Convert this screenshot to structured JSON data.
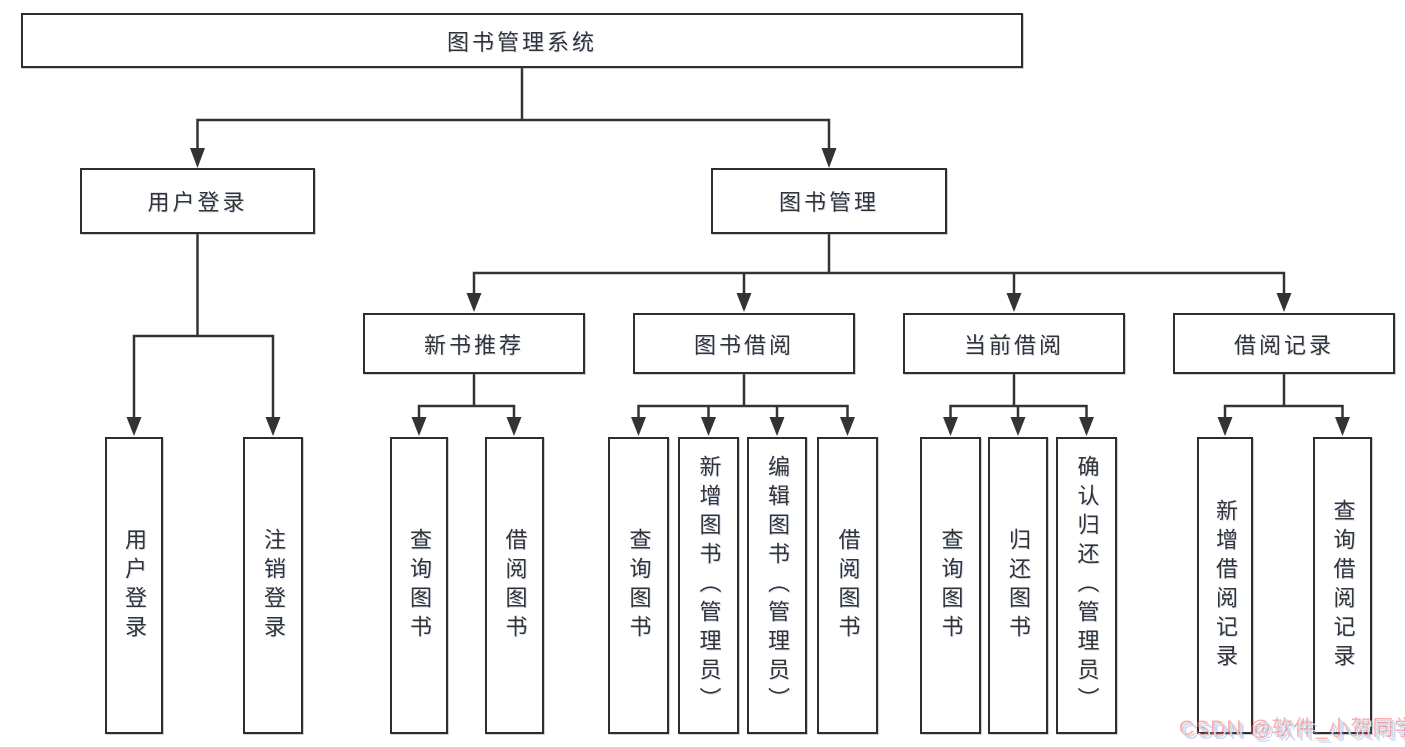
{
  "diagram": {
    "type": "function-decomposition-tree",
    "title": "图书管理系统",
    "watermark": "CSDN @软件_小贺同学",
    "colors": {
      "line": "#333333",
      "box_border": "#2e2e2e",
      "box_fill": "#ffffff",
      "text": "#333333",
      "watermark_text": "#d8d8d8",
      "watermark_shadow_red": "#fa646e",
      "watermark_shadow_blue": "#6e96fa",
      "background": "#ffffff"
    },
    "nodes": {
      "root": {
        "label": "图书管理系统"
      },
      "user_login": {
        "label": "用户登录"
      },
      "book_mgmt": {
        "label": "图书管理"
      },
      "new_book_rec": {
        "label": "新书推荐"
      },
      "book_borrow": {
        "label": "图书借阅"
      },
      "current_borrow": {
        "label": "当前借阅"
      },
      "borrow_records": {
        "label": "借阅记录"
      },
      "leaf_user_login": {
        "label": "用户登录"
      },
      "leaf_logout": {
        "label": "注销登录"
      },
      "leaf_rec_query": {
        "label": "查询图书"
      },
      "leaf_rec_borrow": {
        "label": "借阅图书"
      },
      "leaf_bb_query": {
        "label": "查询图书"
      },
      "leaf_bb_add": {
        "label": "新增图书（管理员）"
      },
      "leaf_bb_edit": {
        "label": "编辑图书（管理员）"
      },
      "leaf_bb_borrow": {
        "label": "借阅图书"
      },
      "leaf_cb_query": {
        "label": "查询图书"
      },
      "leaf_cb_return": {
        "label": "归还图书"
      },
      "leaf_cb_confirm": {
        "label": "确认归还（管理员）"
      },
      "leaf_br_add": {
        "label": "新增借阅记录"
      },
      "leaf_br_query": {
        "label": "查询借阅记录"
      }
    },
    "edges": [
      [
        "root",
        "user_login"
      ],
      [
        "root",
        "book_mgmt"
      ],
      [
        "user_login",
        "leaf_user_login"
      ],
      [
        "user_login",
        "leaf_logout"
      ],
      [
        "book_mgmt",
        "new_book_rec"
      ],
      [
        "book_mgmt",
        "book_borrow"
      ],
      [
        "book_mgmt",
        "current_borrow"
      ],
      [
        "book_mgmt",
        "borrow_records"
      ],
      [
        "new_book_rec",
        "leaf_rec_query"
      ],
      [
        "new_book_rec",
        "leaf_rec_borrow"
      ],
      [
        "book_borrow",
        "leaf_bb_query"
      ],
      [
        "book_borrow",
        "leaf_bb_add"
      ],
      [
        "book_borrow",
        "leaf_bb_edit"
      ],
      [
        "book_borrow",
        "leaf_bb_borrow"
      ],
      [
        "current_borrow",
        "leaf_cb_query"
      ],
      [
        "current_borrow",
        "leaf_cb_return"
      ],
      [
        "current_borrow",
        "leaf_cb_confirm"
      ],
      [
        "borrow_records",
        "leaf_br_add"
      ],
      [
        "borrow_records",
        "leaf_br_query"
      ]
    ]
  }
}
